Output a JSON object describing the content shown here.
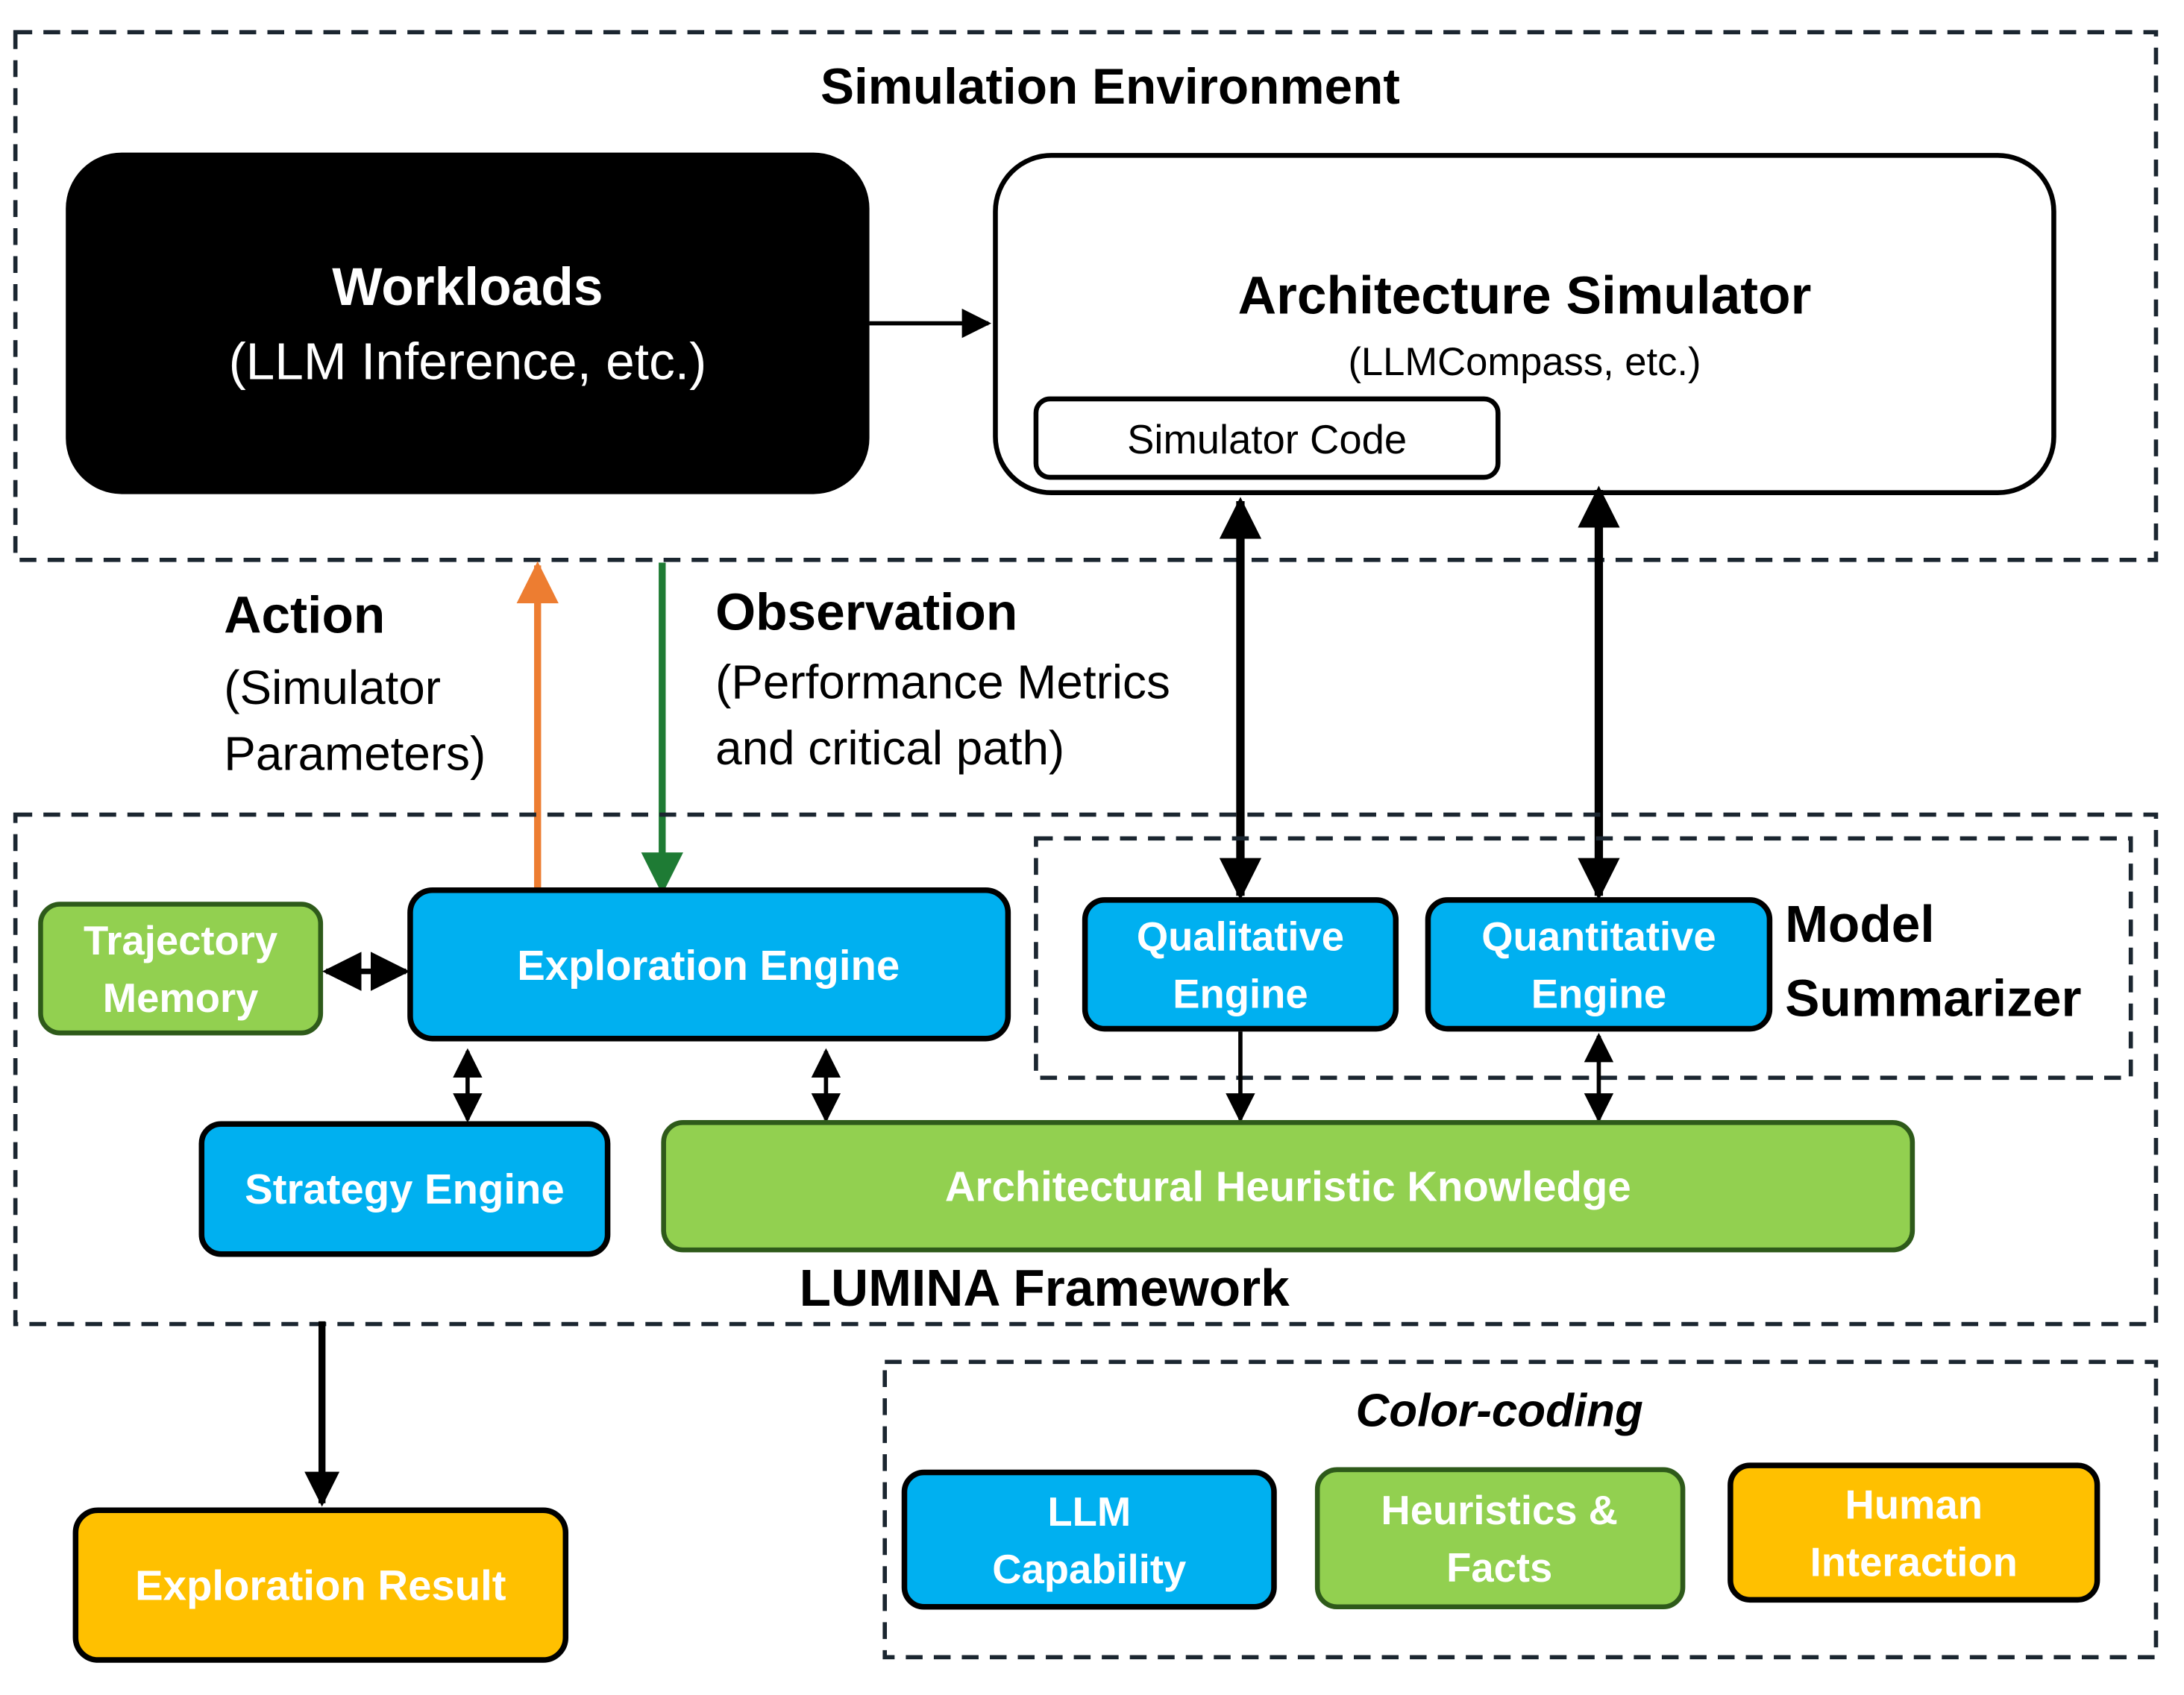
{
  "simulation_environment": {
    "title": "Simulation Environment",
    "workloads": {
      "title": "Workloads",
      "subtitle": "(LLM Inference, etc.)"
    },
    "architecture_simulator": {
      "title": "Architecture Simulator",
      "subtitle": "(LLMCompass, etc.)",
      "simulator_code": "Simulator Code"
    }
  },
  "action": {
    "title": "Action",
    "line1": "(Simulator",
    "line2": "Parameters)"
  },
  "observation": {
    "title": "Observation",
    "line1": "(Performance Metrics",
    "line2": "and critical path)"
  },
  "framework": {
    "title": "LUMINA Framework",
    "trajectory_memory": {
      "line1": "Trajectory",
      "line2": "Memory"
    },
    "exploration_engine": "Exploration Engine",
    "strategy_engine": "Strategy Engine",
    "heuristic_knowledge": "Architectural Heuristic Knowledge",
    "model_summarizer": {
      "line1": "Model",
      "line2": "Summarizer",
      "qualitative": {
        "line1": "Qualitative",
        "line2": "Engine"
      },
      "quantitative": {
        "line1": "Quantitative",
        "line2": "Engine"
      }
    }
  },
  "exploration_result": "Exploration Result",
  "color_coding": {
    "title": "Color-coding",
    "llm": {
      "line1": "LLM",
      "line2": "Capability"
    },
    "heuristics": {
      "line1": "Heuristics &",
      "line2": "Facts"
    },
    "human": {
      "line1": "Human",
      "line2": "Interaction"
    }
  },
  "colors": {
    "llm_blue": "#00B0F0",
    "heuristic_green": "#92D050",
    "human_yellow": "#FFC000",
    "action_orange": "#ED7D31",
    "observation_green": "#1E7B34"
  }
}
